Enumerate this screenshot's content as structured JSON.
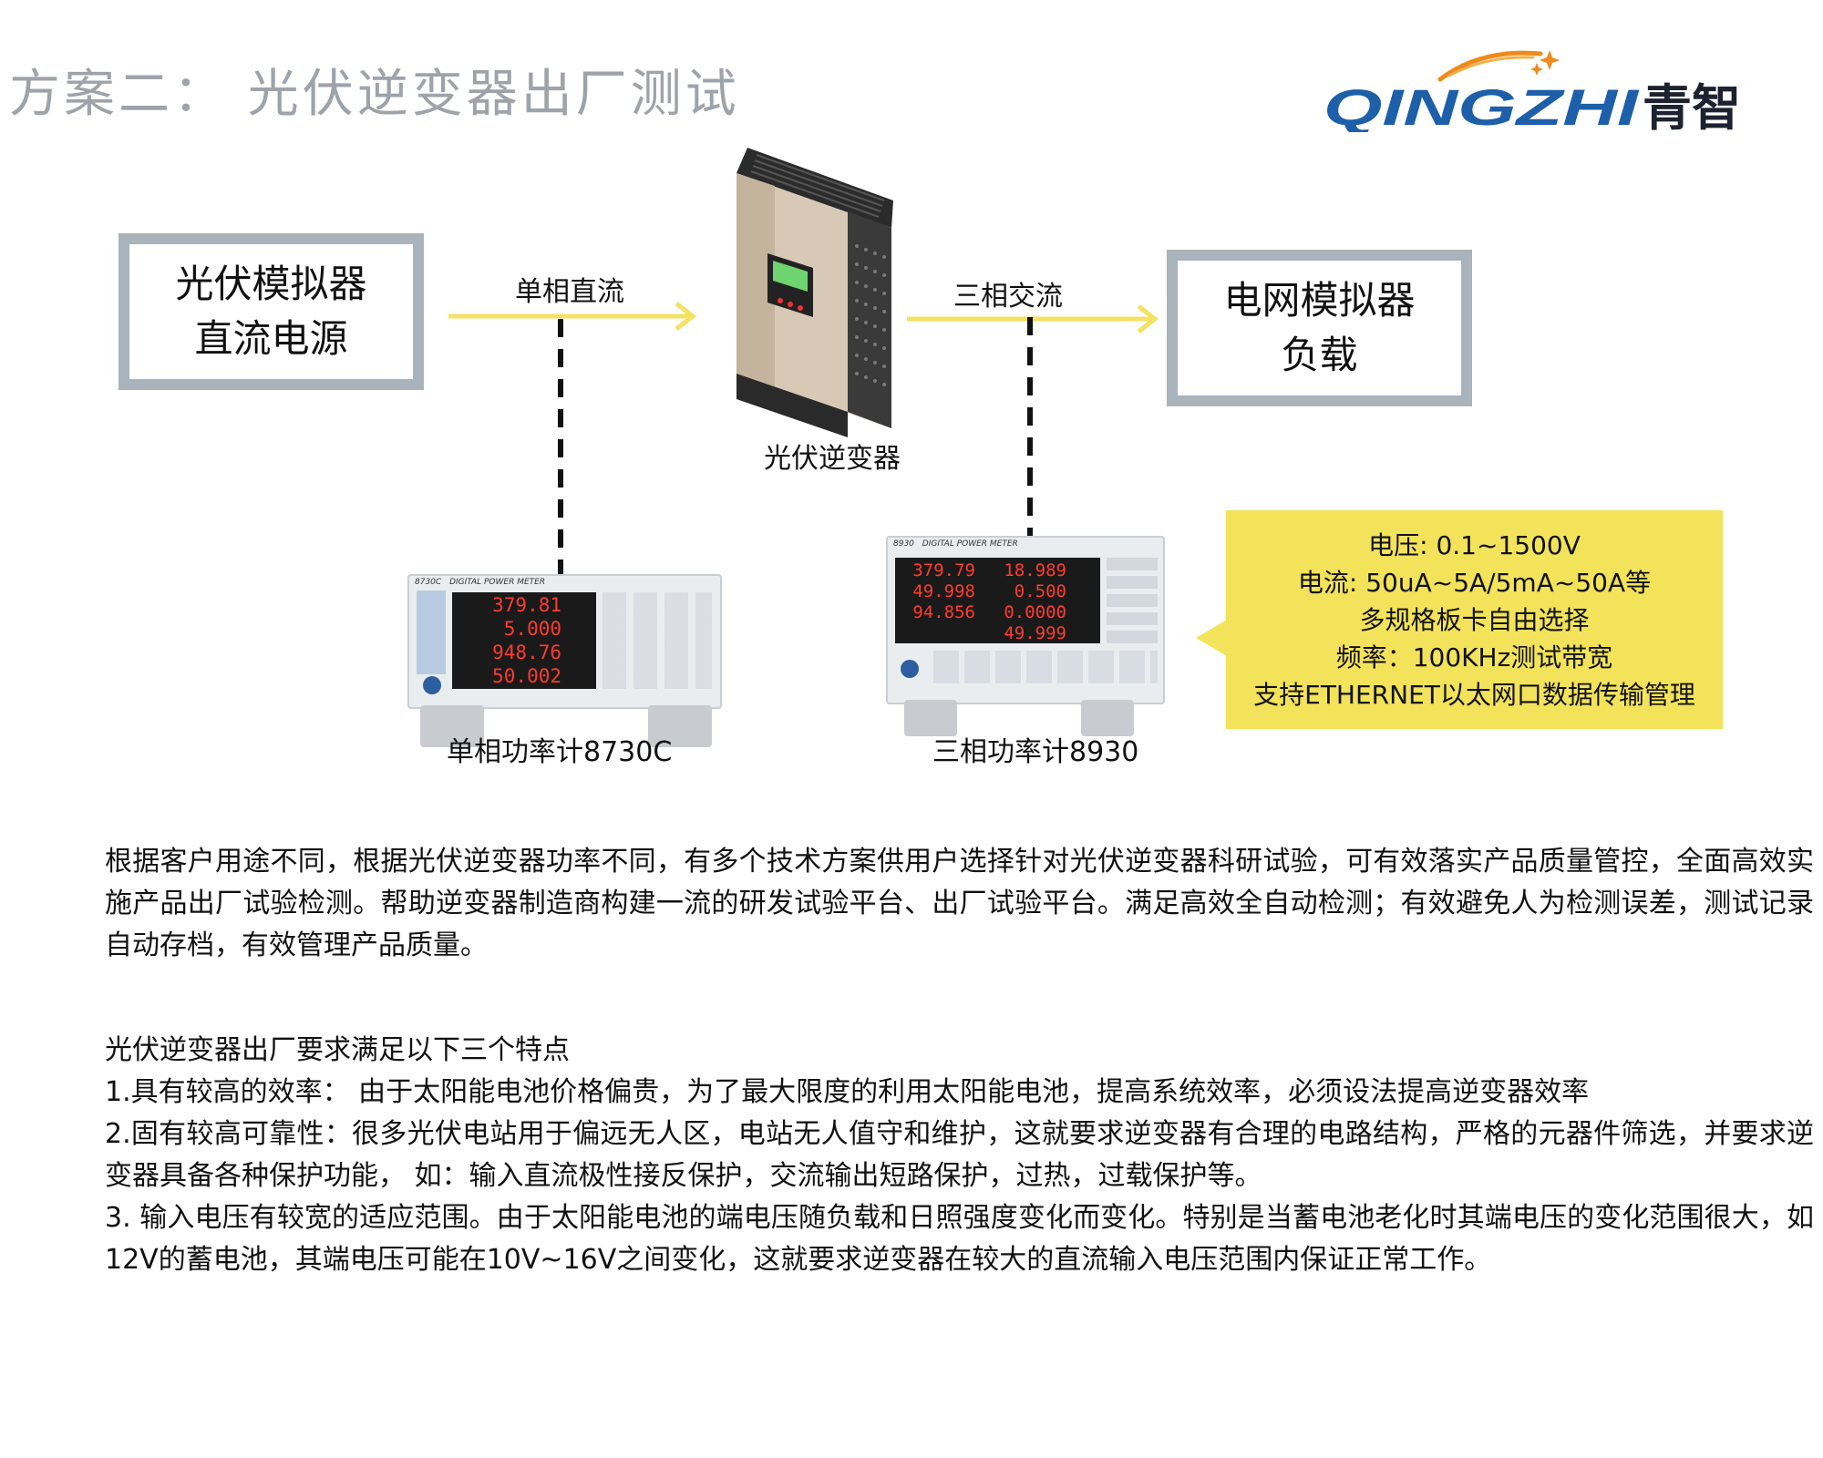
{
  "header": {
    "title": "方案二：  光伏逆变器出厂测试",
    "logo_latin": "QINGZHI",
    "logo_cjk": "青智"
  },
  "diagram": {
    "left_box": {
      "line1": "光伏模拟器",
      "line2": "直流电源"
    },
    "right_box": {
      "line1": "电网模拟器",
      "line2": "负载"
    },
    "arrow_left_label": "单相直流",
    "arrow_right_label": "三相交流",
    "inverter_label": "光伏逆变器",
    "meter_left_label": "单相功率计8730C",
    "meter_right_label": "三相功率计8930",
    "meter_left": {
      "model": "8730C",
      "caption": "DIGITAL POWER METER",
      "readings": [
        "379.81",
        "5.000",
        "948.76",
        "50.002"
      ]
    },
    "meter_right": {
      "model": "8930",
      "caption": "DIGITAL POWER METER",
      "readings_a": [
        "379.79",
        "49.998",
        "94.856"
      ],
      "readings_b": [
        "18.989",
        "0.500",
        "0.0000",
        "49.999"
      ]
    },
    "info": [
      "电压: 0.1~1500V",
      "电流: 50uA~5A/5mA~50A等",
      "多规格板卡自由选择",
      "频率：100KHz测试带宽",
      "支持ETHERNET以太网口数据传输管理"
    ]
  },
  "body": {
    "intro": "根据客户用途不同，根据光伏逆变器功率不同，有多个技术方案供用户选择针对光伏逆变器科研试验，可有效落实产品质量管控，全面高效实施产品出厂试验检测。帮助逆变器制造商构建一流的研发试验平台、出厂试验平台。满足高效全自动检测；有效避免人为检测误差，测试记录自动存档，有效管理产品质量。",
    "req_title": "光伏逆变器出厂要求满足以下三个特点",
    "req_1": "1.具有较高的效率： 由于太阳能电池价格偏贵，为了最大限度的利用太阳能电池，提高系统效率，必须设法提高逆变器效率",
    "req_2": "2.固有较高可靠性：很多光伏电站用于偏远无人区，电站无人值守和维护，这就要求逆变器有合理的电路结构，严格的元器件筛选，并要求逆变器具备各种保护功能， 如：输入直流极性接反保护，交流输出短路保护，过热，过载保护等。",
    "req_3": "3. 输入电压有较宽的适应范围。由于太阳能电池的端电压随负载和日照强度变化而变化。特别是当蓄电池老化时其端电压的变化范围很大，如12V的蓄电池，其端电压可能在10V~16V之间变化，这就要求逆变器在较大的直流输入电压范围内保证正常工作。"
  },
  "colors": {
    "arrow": "#f5e163",
    "box_border": "#a9b3bc",
    "info_bg": "#f3e35a",
    "logo_blue": "#1d5fa8",
    "logo_orange": "#f08a1c",
    "title_gray": "#9ea3aa"
  }
}
